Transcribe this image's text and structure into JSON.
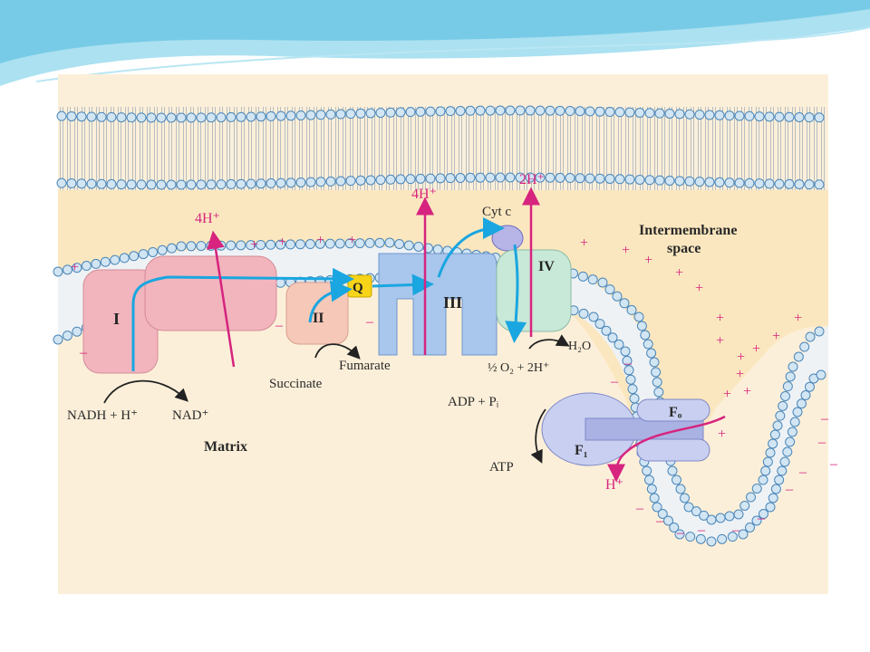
{
  "colors": {
    "matrix": "#fcefd9",
    "intermembrane": "#fbe7bf",
    "membrane_head": "#d2e5f3",
    "membrane_head_stroke": "#4a86b8",
    "complex_I": "#f2b5bd",
    "complex_II": "#f6c8b8",
    "complex_III": "#a9c6ec",
    "complex_IV": "#c8e8d8",
    "atp_synthase": "#c9cff0",
    "electron_arrow": "#1aa6e0",
    "proton_arrow": "#d6247f",
    "q_box": "#f7d417",
    "swoosh": "#7fd3ea"
  },
  "labels": {
    "intermembrane_line1": "Intermembrane",
    "intermembrane_line2": "space",
    "matrix": "Matrix",
    "complex_I": "I",
    "complex_II": "II",
    "complex_III": "III",
    "complex_IV": "IV",
    "q": "Q",
    "cyt_c": "Cyt c",
    "nadh": "NADH + H⁺",
    "nad": "NAD⁺",
    "succinate": "Succinate",
    "fumarate": "Fumarate",
    "h_top_1": "4H⁺",
    "h_top_2": "4H⁺",
    "h_top_3": "2H⁺",
    "oxygen": "½ O₂ + 2H⁺",
    "water": "H₂O",
    "adp": "ADP + Pᵢ",
    "atp": "ATP",
    "f0": "Fₒ",
    "f1": "F₁",
    "h_bottom": "H⁺",
    "plus": "+",
    "minus": "–"
  }
}
